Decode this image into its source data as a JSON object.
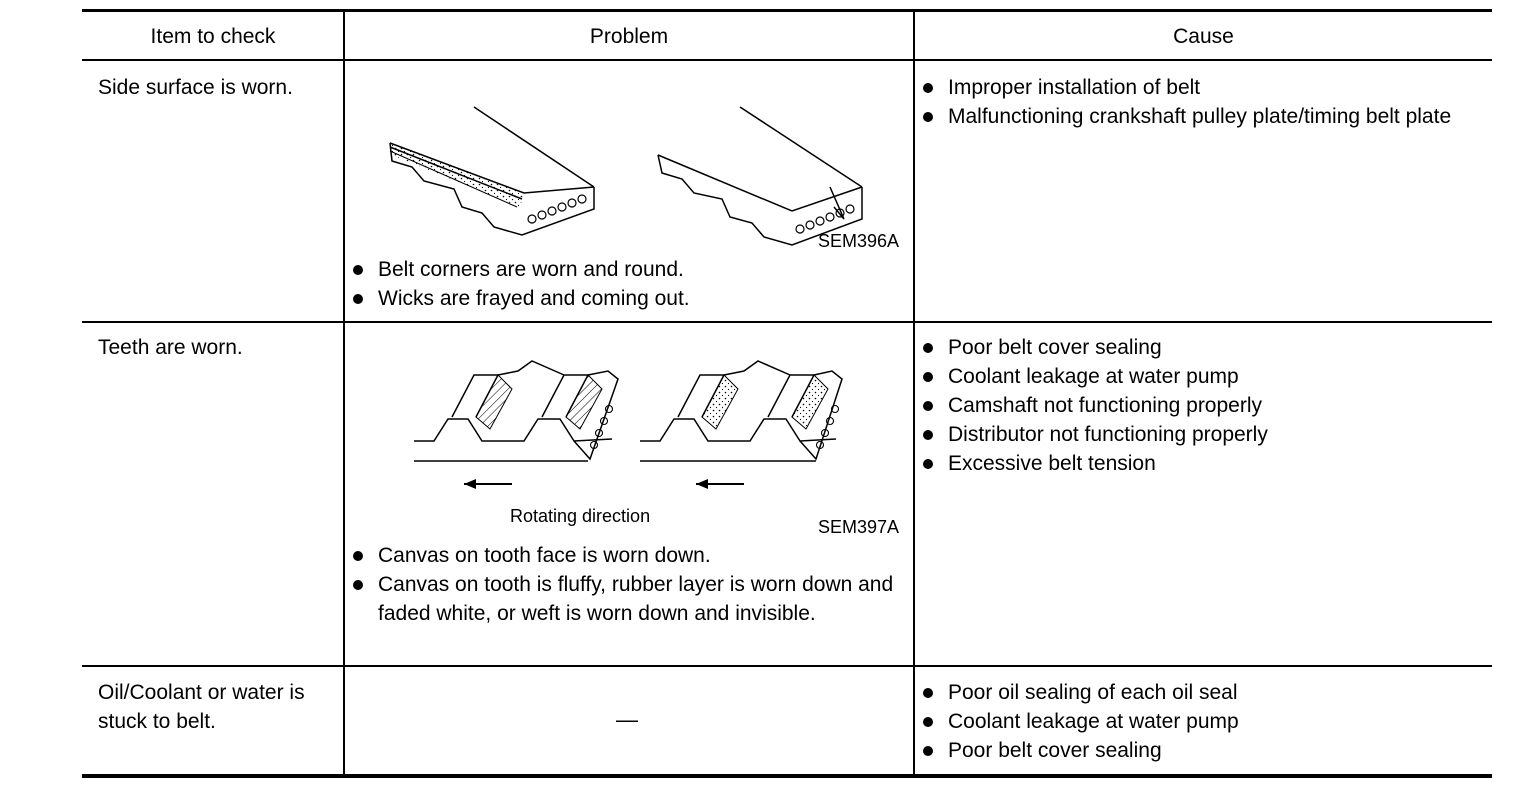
{
  "headers": {
    "item": "Item to check",
    "problem": "Problem",
    "cause": "Cause"
  },
  "rows": [
    {
      "item": "Side surface is worn.",
      "figure_code": "SEM396A",
      "problem": [
        "Belt corners are worn and round.",
        "Wicks are frayed and coming out."
      ],
      "cause": [
        "Improper installation of belt",
        "Malfunctioning crankshaft pulley plate/timing belt plate"
      ]
    },
    {
      "item": "Teeth are worn.",
      "figure_code": "SEM397A",
      "figure_caption": "Rotating direction",
      "problem": [
        "Canvas on tooth face is worn down.",
        "Canvas on tooth is fluffy, rubber layer is worn down and faded white, or weft is worn down and invisible."
      ],
      "cause": [
        "Poor belt cover sealing",
        "Coolant leakage at water pump",
        "Camshaft not functioning properly",
        "Distributor not functioning properly",
        "Excessive belt tension"
      ]
    },
    {
      "item": "Oil/Coolant or water is stuck to belt.",
      "problem_text": "—",
      "cause": [
        "Poor oil sealing of each oil seal",
        "Coolant leakage at water pump",
        "Poor belt cover sealing"
      ]
    }
  ]
}
